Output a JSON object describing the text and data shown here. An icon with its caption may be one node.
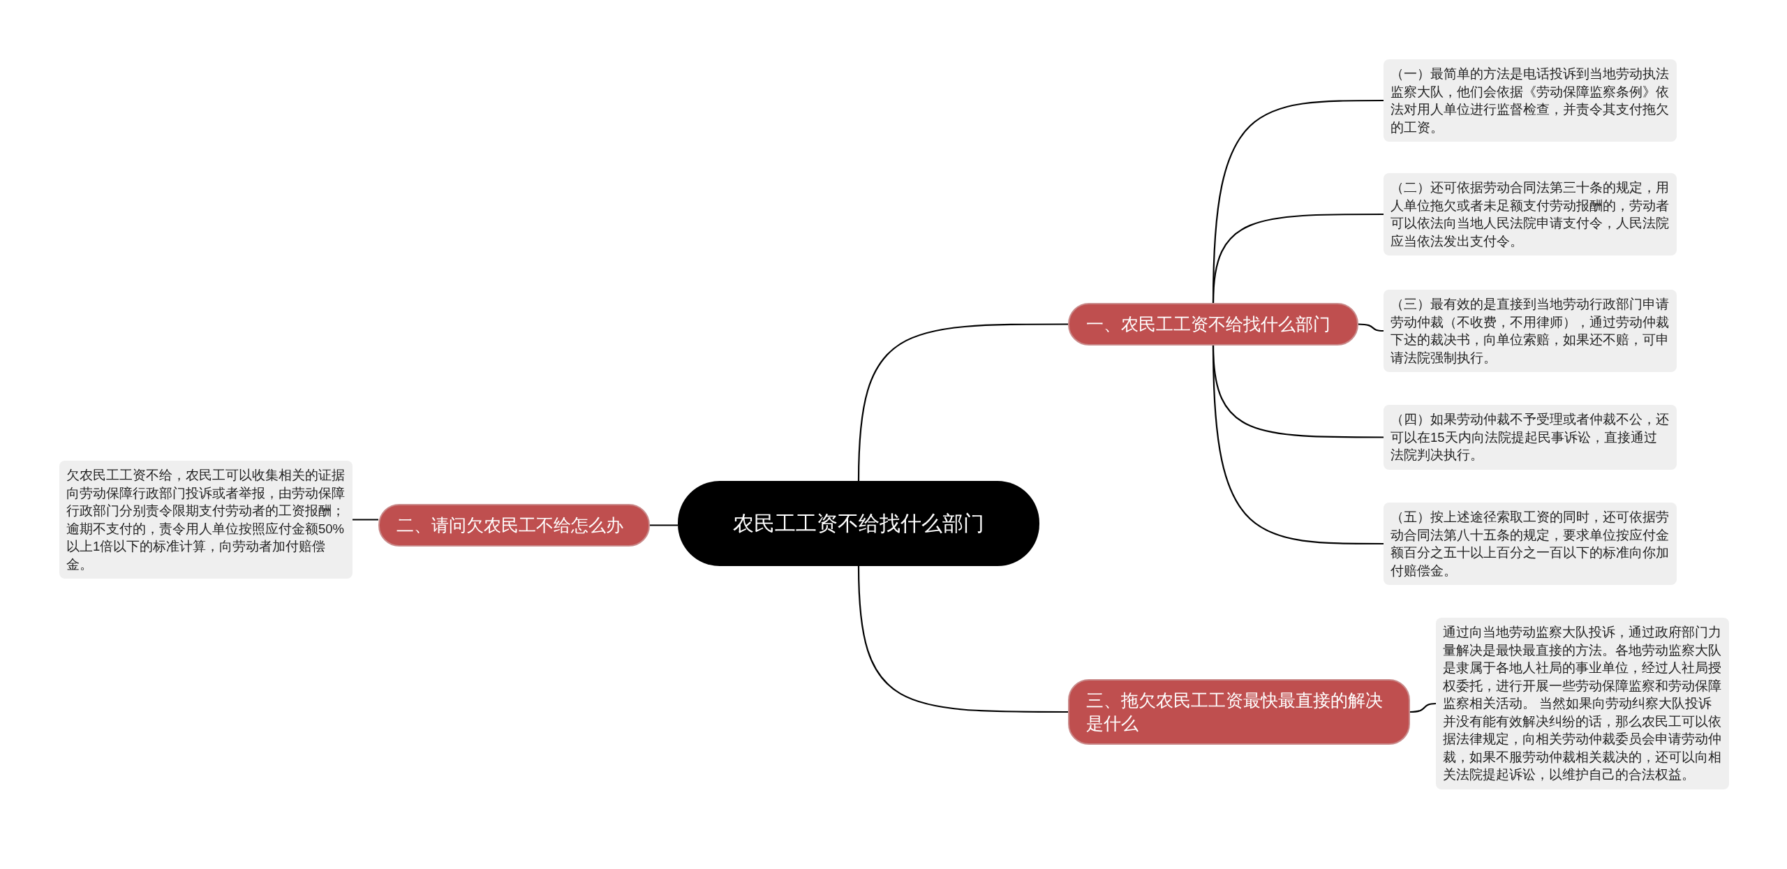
{
  "diagram": {
    "nodes": [
      {
        "text": [
          "农民工工资不给找什么部门"
        ]
      },
      {
        "text": [
          "一、农民工工资不给找什么部门"
        ]
      },
      {
        "text": [
          "（一）最简单的方法是电话投诉到当地劳动执法监察大队，他们会依据《劳动保障监察条例》依法对用人单位进行监督检查，并责令其支付拖欠的工资。"
        ]
      },
      {
        "text": [
          "（二）还可依据劳动合同法第三十条的规定，用人单位拖欠或者未足额支付劳动报酬的，劳动者可以依法向当地人民法院申请支付令，人民法院应当依法发出支付令。"
        ]
      },
      {
        "text": [
          "（三）最有效的是直接到当地劳动行政部门申请劳动仲裁（不收费，不用律师），通过劳动仲裁下达的裁决书，向单位索赔，如果还不赔，可申请法院强制执行。"
        ]
      },
      {
        "text": [
          "（四）如果劳动仲裁不予受理或者仲裁不公，还可以在15天内向法院提起民事诉讼，直接通过法院判决执行。"
        ]
      },
      {
        "text": [
          "（五）按上述途径索取工资的同时，还可依据劳动合同法第八十五条的规定，要求单位按应付金额百分之五十以上百分之一百以下的标准向你加付赔偿金。"
        ]
      },
      {
        "text": [
          "二、请问欠农民工不给怎么办"
        ]
      },
      {
        "text": [
          "欠农民工工资不给，农民工可以收集相关的证据向劳动保障行政部门投诉或者举报，由劳动保障行政部门分别责令限期支付劳动者的工资报酬；逾期不支付的，责令用人单位按照应付金额50%以上1倍以下的标准计算，向劳动者加付赔偿金。"
        ]
      },
      {
        "text": [
          "三、拖欠农民工工资最快最直接的解决是什么"
        ]
      },
      {
        "text": [
          "通过向当地劳动监察大队投诉，通过政府部门力量解决是最快最直接的方法。各地劳动监察大队是隶属于各地人社局的事业单位，经过人社局授权委托，进行开展一些劳动保障监察和劳动保障监察相关活动。 当然如果向劳动纠察大队投诉并没有能有效解决纠纷的话，那么农民工可以依据法律规定，向相关劳动仲裁委员会申请劳动仲裁，如果不服劳动仲裁相关裁决的，还可以向相关法院提起诉讼，以维护自己的合法权益。"
        ]
      }
    ],
    "edges": [
      {
        "from": 0,
        "to": 1,
        "arrow": "none"
      },
      {
        "from": 1,
        "to": 2,
        "arrow": "none"
      },
      {
        "from": 1,
        "to": 3,
        "arrow": "none"
      },
      {
        "from": 1,
        "to": 4,
        "arrow": "none"
      },
      {
        "from": 1,
        "to": 5,
        "arrow": "none"
      },
      {
        "from": 1,
        "to": 6,
        "arrow": "none"
      },
      {
        "from": 0,
        "to": 7,
        "arrow": "none"
      },
      {
        "from": 7,
        "to": 8,
        "arrow": "none"
      },
      {
        "from": 0,
        "to": 9,
        "arrow": "none"
      },
      {
        "from": 9,
        "to": 10,
        "arrow": "none"
      }
    ]
  }
}
